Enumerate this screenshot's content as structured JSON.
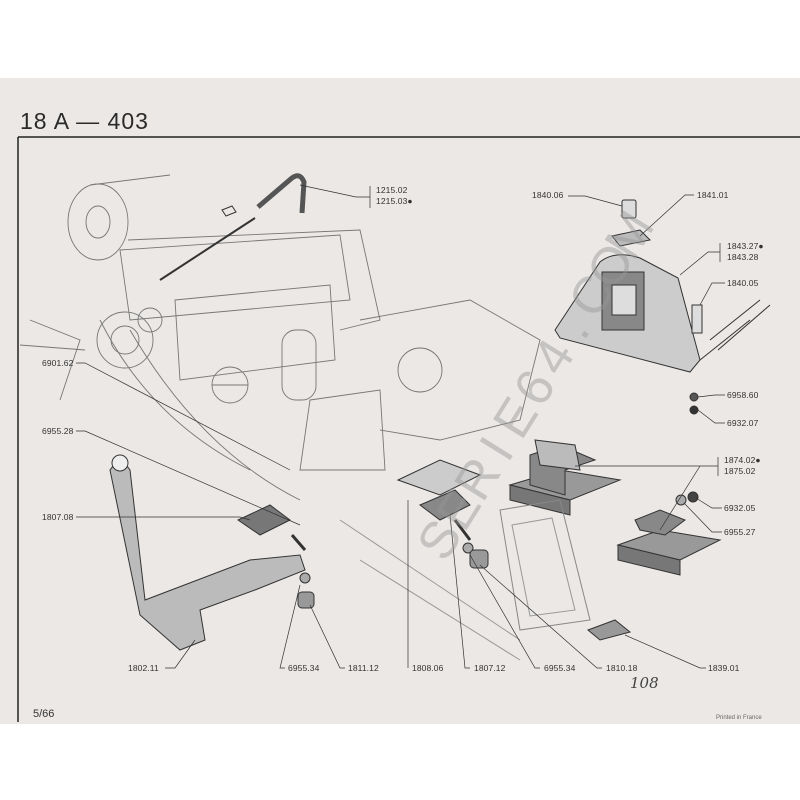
{
  "header": {
    "title": "18 A  —  403"
  },
  "footer": {
    "page_number": "5/66",
    "printed": "Printed in France",
    "handwritten_note": "108"
  },
  "watermark": "SERIE64.COM",
  "callouts": {
    "c1215": [
      "1215.02",
      "1215.03●"
    ],
    "c1840_06": "1840.06",
    "c1841_01": "1841.01",
    "c1843": [
      "1843.27●",
      "1843.28"
    ],
    "c1840_05": "1840.05",
    "c6958_60": "6958.60",
    "c6932_07": "6932.07",
    "c1874": [
      "1874.02●",
      "1875.02"
    ],
    "c6932_05": "6932.05",
    "c6955_27": "6955.27",
    "c6901_62": "6901.62",
    "c6955_28": "6955.28",
    "c1807_08": "1807.08",
    "bottom": [
      "1802.11",
      "6955.34",
      "1811.12",
      "1808.06",
      "1807.12",
      "6955.34",
      "1810.18",
      "1839.01"
    ]
  }
}
